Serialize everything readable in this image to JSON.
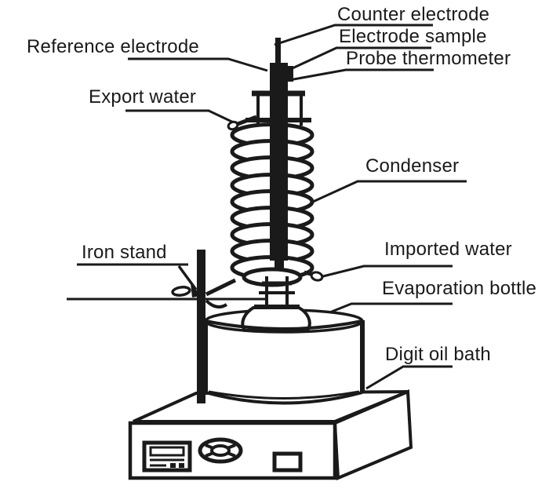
{
  "figure": {
    "type": "apparatus-line-diagram",
    "background_color": "#ffffff",
    "ink_color": "#1a1a1a"
  },
  "labels": {
    "counter_electrode": "Counter electrode",
    "electrode_sample": "Electrode sample",
    "probe_thermometer": "Probe thermometer",
    "reference_electrode": "Reference electrode",
    "export_water": "Export water",
    "condenser": "Condenser",
    "iron_stand": "Iron stand",
    "imported_water": "Imported water",
    "evaporation_bottle": "Evaporation bottle",
    "digit_oil_bath": "Digit oil bath"
  }
}
